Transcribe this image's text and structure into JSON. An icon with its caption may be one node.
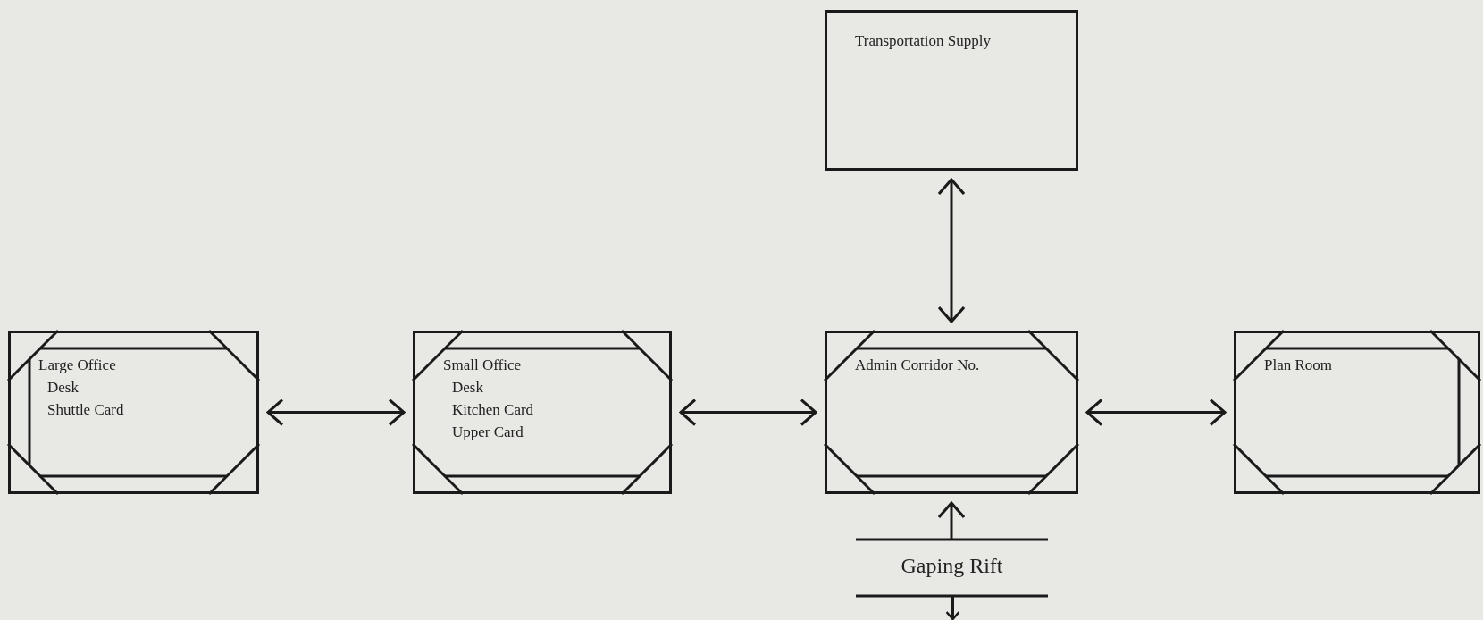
{
  "diagram": {
    "nodes": [
      {
        "text": [
          "Transportation Supply"
        ]
      },
      {
        "text": [
          "Large Office",
          "Desk",
          "Shuttle Card"
        ]
      },
      {
        "text": [
          "Small Office",
          "Desk",
          "Kitchen Card",
          "Upper Card"
        ]
      },
      {
        "text": [
          "Admin Corridor No."
        ]
      },
      {
        "text": [
          "Plan Room"
        ]
      },
      {
        "text": [
          "Gaping Rift"
        ]
      }
    ],
    "edges": [
      {
        "from": 0,
        "to": 3,
        "arrow": "both"
      },
      {
        "from": 1,
        "to": 2,
        "arrow": "both"
      },
      {
        "from": 2,
        "to": 3,
        "arrow": "both"
      },
      {
        "from": 3,
        "to": 4,
        "arrow": "both"
      },
      {
        "from": 5,
        "to": 3,
        "arrow": "to"
      },
      {
        "from": 5,
        "to": null,
        "arrow": "to"
      }
    ]
  }
}
